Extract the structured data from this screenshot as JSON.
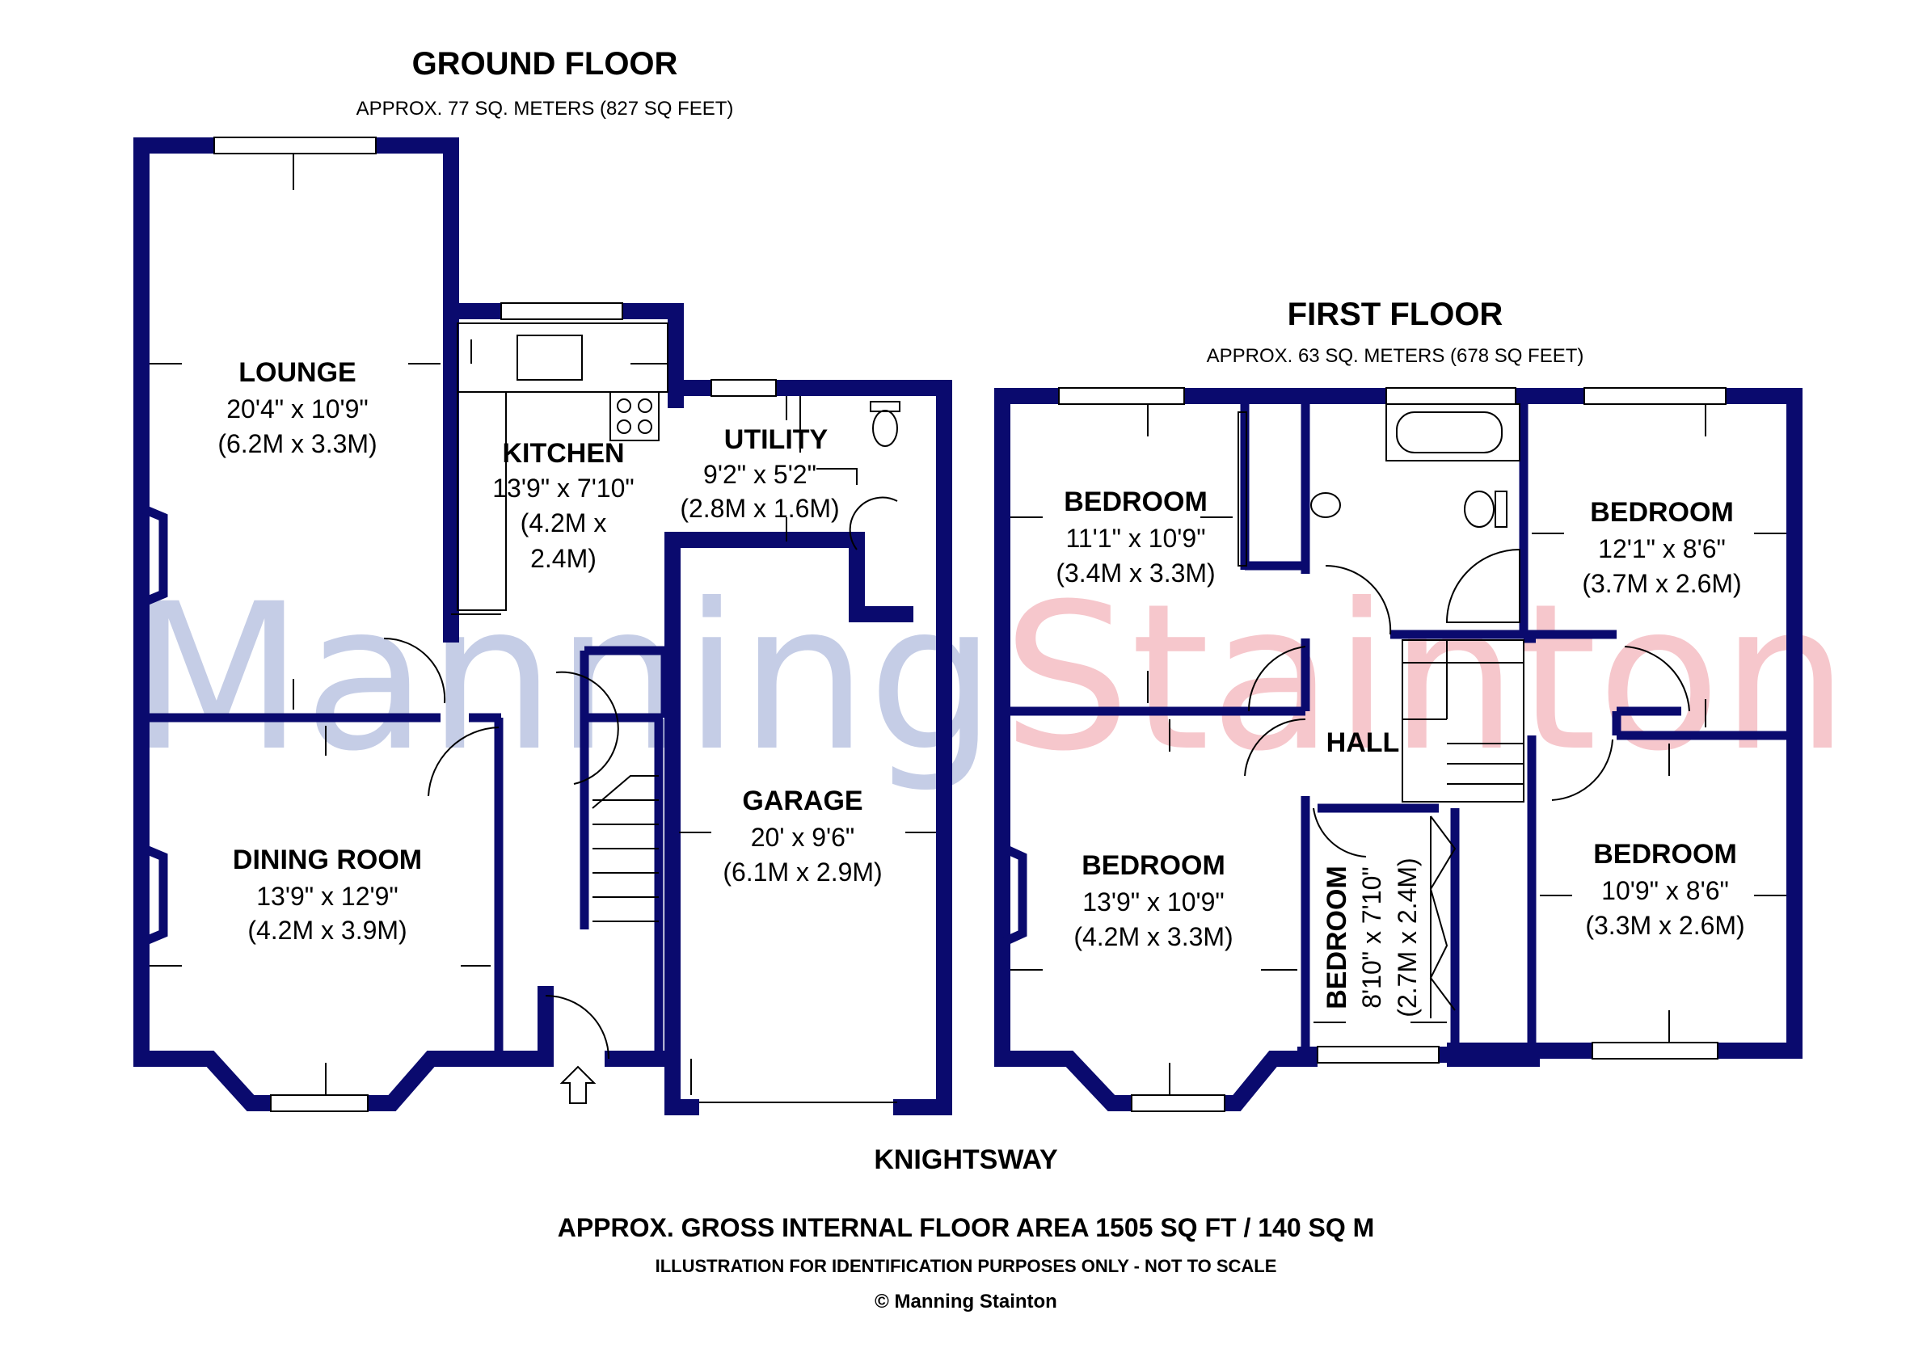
{
  "brand": {
    "watermark_part1": "Manning",
    "watermark_part2": "Stainton",
    "color_part1": "#c5cde6",
    "color_part2": "#f6c7cc",
    "wall_color": "#0a0a6e"
  },
  "ground_floor": {
    "title": "GROUND FLOOR",
    "area": "APPROX. 77 SQ. METERS (827 SQ FEET)",
    "rooms": {
      "lounge": {
        "name": "LOUNGE",
        "imperial": "20'4\" x 10'9\"",
        "metric": "(6.2M x 3.3M)"
      },
      "kitchen": {
        "name": "KITCHEN",
        "imperial": "13'9\" x 7'10\"",
        "metric1": "(4.2M x",
        "metric2": "2.4M)"
      },
      "utility": {
        "name": "UTILITY",
        "imperial": "9'2\" x 5'2\"",
        "metric": "(2.8M x 1.6M)"
      },
      "dining": {
        "name": "DINING ROOM",
        "imperial": "13'9\" x 12'9\"",
        "metric": "(4.2M x 3.9M)"
      },
      "garage": {
        "name": "GARAGE",
        "imperial": "20' x 9'6\"",
        "metric": "(6.1M x 2.9M)"
      }
    }
  },
  "first_floor": {
    "title": "FIRST FLOOR",
    "area": "APPROX. 63 SQ. METERS (678 SQ FEET)",
    "rooms": {
      "bedroom1": {
        "name": "BEDROOM",
        "imperial": "11'1\" x 10'9\"",
        "metric": "(3.4M x 3.3M)"
      },
      "bedroom2": {
        "name": "BEDROOM",
        "imperial": "12'1\" x 8'6\"",
        "metric": "(3.7M x 2.6M)"
      },
      "hall": {
        "name": "HALL"
      },
      "bedroom3": {
        "name": "BEDROOM",
        "imperial": "13'9\" x 10'9\"",
        "metric": "(4.2M x 3.3M)"
      },
      "bedroom4": {
        "name": "BEDROOM",
        "imperial": "10'9\" x 8'6\"",
        "metric": "(3.3M x 2.6M)"
      },
      "bedroom5": {
        "name": "BEDROOM",
        "imperial": "8'10\" x 7'10\"",
        "metric": "(2.7M x 2.4M)"
      }
    }
  },
  "street": "KNIGHTSWAY",
  "footer": {
    "gross_area": "APPROX. GROSS INTERNAL FLOOR AREA 1505 SQ FT / 140 SQ M",
    "disclaimer": "ILLUSTRATION FOR IDENTIFICATION PURPOSES ONLY - NOT TO SCALE",
    "copyright": "© Manning Stainton"
  }
}
